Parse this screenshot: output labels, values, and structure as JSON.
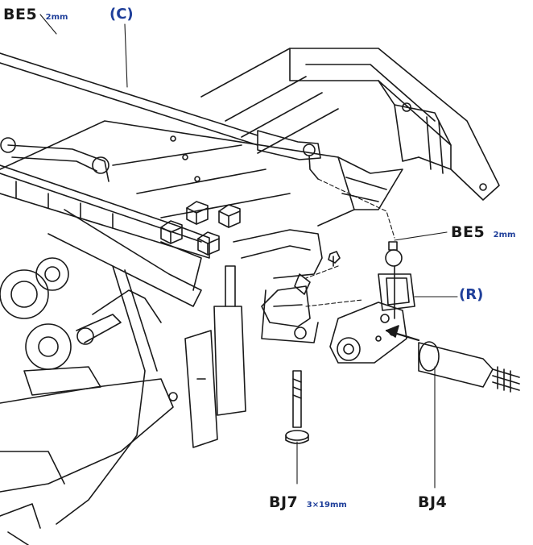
{
  "labels": {
    "be5_top": {
      "code": "BE5",
      "size": "2mm"
    },
    "view_c": "(C)",
    "be5_right": {
      "code": "BE5",
      "size": "2mm"
    },
    "view_r": "(R)",
    "bj7": {
      "code": "BJ7",
      "size": "3×19mm"
    },
    "bj4": {
      "code": "BJ4"
    }
  },
  "colors": {
    "line": "#1a1a1a",
    "accent": "#1f3f9a",
    "background": "#ffffff"
  }
}
